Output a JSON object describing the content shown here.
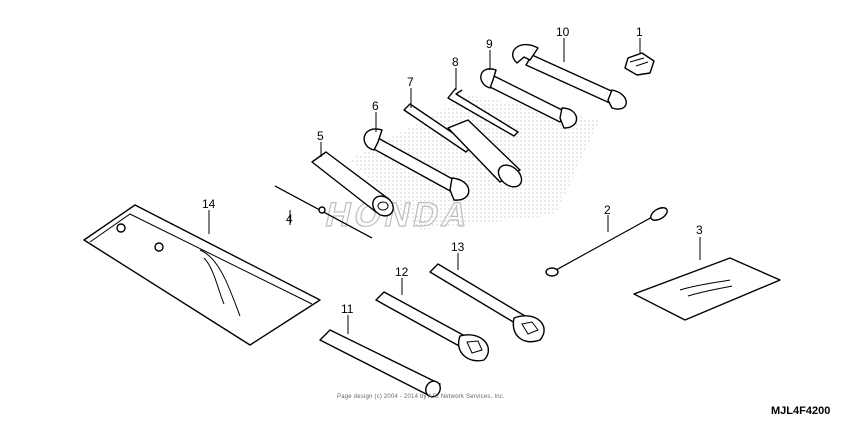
{
  "diagram": {
    "code": "MJL4F4200",
    "copyright": "Page design (c) 2004 - 2014 by ARI Network Services, Inc.",
    "watermark": "HONDA",
    "callouts": [
      "1",
      "2",
      "3",
      "4",
      "5",
      "6",
      "7",
      "8",
      "9",
      "10",
      "11",
      "12",
      "13",
      "14"
    ]
  }
}
